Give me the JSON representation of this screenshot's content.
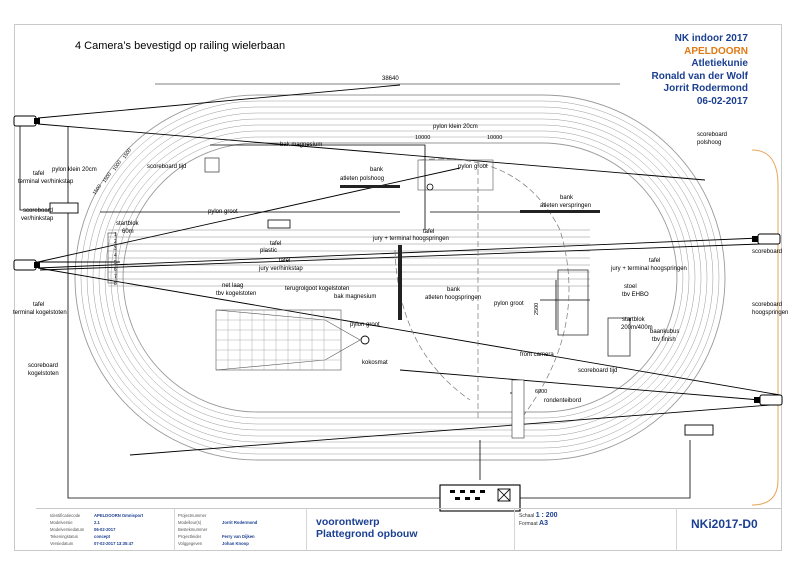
{
  "heading": "4 Camera’s bevestigd op railing wielerbaan",
  "titleblock": {
    "line1": "NK indoor 2017",
    "line2": "APELDOORN",
    "line3": "Atletiekunie",
    "line4": "Ronald van der Wolf",
    "line5": "Jorrit Rodermond",
    "line6": "06-02-2017"
  },
  "colors": {
    "accent_blue": "#1b3f91",
    "accent_orange": "#e07a14",
    "line": "#000000",
    "track": "#9a9a9a"
  },
  "labels": {
    "dim_38640": "38640",
    "pylon_klein_top": "pylon klein 20cm",
    "dim_10000a": "10000",
    "dim_10000b": "10000",
    "bak_magnesium_top": "bak magnesium",
    "pylon_groot_top": "pylon groot",
    "bank_polshoog": "bank",
    "atleten_polshoog": "atleten polshoog",
    "scoreboard_polshoog": "scoreboard",
    "polshoog": "polshoog",
    "tafel_left": "tafel",
    "pylon_klein_left": "pylon klein 20cm",
    "terminal_verhinkstap": "terminal ver/hinkstap",
    "scoreboard_tijd_top": "scoreboard tijd",
    "pylon_groot_mid": "pylon groot",
    "bank_verspringen": "bank",
    "atleten_verspringen": "atleten verspringen",
    "startblok_60m": "startblok",
    "m60": "60m",
    "scoreboard_left": "scoreboard",
    "ver_hinkstap": "ver/hinkstap",
    "tafel_plastic": "tafel",
    "plastic": "plastic",
    "tafel_jury_top": "tafel",
    "jury_terminal_hoog": "jury + terminal hoogspringen",
    "tafel_jury_verhink": "tafel",
    "jury_verhink": "jury ver/hinkstap",
    "tafel_right": "tafel",
    "jury_terminal_hoog_right": "jury + terminal hoogspringen",
    "scoreboard_right_top": "scoreboard",
    "scoreboard_right_bottom": "scoreboard",
    "hoogspringen": "hoogspringen",
    "net_laag": "net laag",
    "tbv_kogelstoten": "tbv kogelstoten",
    "terugrolgoot": "terugrolgoot kogelstoten",
    "bak_magnesium_mid": "bak magnesium",
    "bank_hoog": "bank",
    "atleten_hoog": "atleten hoogspringen",
    "pylon_groot_r": "pylon groot",
    "pylon_groot_low": "pylon groot",
    "stoel": "stoel",
    "tbv_ehbo": "tbv EHBO",
    "startblok_200": "startblok",
    "m200_400": "200m/400m",
    "dim_2500": "2500",
    "tafel_kogel": "tafel",
    "terminal_kogel": "terminal kogelstoten",
    "scoreboard_kogel": "scoreboard",
    "kogelstoten": "kogelstoten",
    "kokosmat": "kokosmat",
    "front_camera": "front camera",
    "scoreboard_tijd_low": "scoreboard tijd",
    "dim_6000": "6000",
    "rondenteibord": "rondenteibord",
    "baankubus": "baankubus",
    "tbv_finish": "tbv finish"
  },
  "lane_numbers": [
    "1",
    "2",
    "3",
    "4",
    "5",
    "6",
    "7",
    "8"
  ],
  "finish_lanes": [
    "1",
    "2",
    "3",
    "4",
    "5"
  ],
  "dims_left": [
    "1500",
    "1500",
    "1000",
    "1500"
  ],
  "footer": {
    "col1": [
      {
        "k": "Identificatiecode",
        "v": "APELDOORN Omnisport"
      },
      {
        "k": "Modelversie",
        "v": "2.1"
      },
      {
        "k": "Modelversiedatum",
        "v": "06-02-2017"
      },
      {
        "k": "Tekeningstatus",
        "v": "concept"
      },
      {
        "k": "Versiedatum",
        "v": "07-02-2017 13:35:47"
      }
    ],
    "col2": [
      {
        "k": "Projectnummer",
        "v": ""
      },
      {
        "k": "Modelleur(s)",
        "v": "Jorrit Rodermond"
      },
      {
        "k": "Bestekmummer",
        "v": ""
      },
      {
        "k": "Projectleider",
        "v": "Ferry van Dijken"
      },
      {
        "k": "Volggegeven",
        "v": "Johan Knoop"
      }
    ],
    "title1": "voorontwerp",
    "title2": "Plattegrond opbouw",
    "schaal_label": "Schaal",
    "schaal_value": "1 : 200",
    "formaat_label": "Formaat",
    "formaat_value": "A3",
    "drawing_no": "NKi2017-D0"
  }
}
